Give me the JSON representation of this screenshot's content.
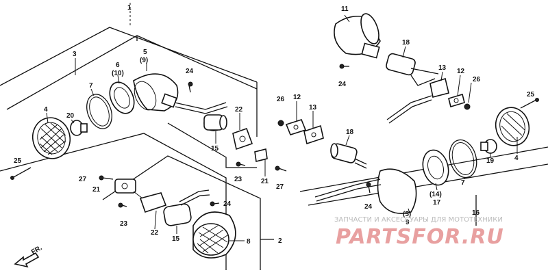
{
  "labels": {
    "p1": "1",
    "p2": "2",
    "p3": "3",
    "p4a": "4",
    "p4b": "4",
    "p5a": "5",
    "p5a2": "(9)",
    "p5b": "(5)",
    "p5b2": "9",
    "p6": "6",
    "p6b": "(10)",
    "p7a": "7",
    "p7b": "7",
    "p8": "8",
    "p11": "11",
    "p12a": "12",
    "p12b": "12",
    "p13a": "13",
    "p13b": "13",
    "p14": "(14)",
    "p15a": "15",
    "p15b": "15",
    "p16": "16",
    "p17": "17",
    "p18a": "18",
    "p18b": "18",
    "p19": "19",
    "p20": "20",
    "p21a": "21",
    "p21b": "21",
    "p22a": "22",
    "p22b": "22",
    "p23a": "23",
    "p23b": "23",
    "p24a": "24",
    "p24b": "24",
    "p24c": "24",
    "p24d": "24",
    "p25a": "25",
    "p25b": "25",
    "p26a": "26",
    "p26b": "26",
    "p27a": "27",
    "p27b": "27"
  },
  "direction": "FR.",
  "watermark": {
    "tagline": "ЗАПЧАСТИ И АКСЕССУАРЫ ДЛЯ МОТОТЕХНИКИ",
    "brand": "PARTSFOR.RU"
  }
}
